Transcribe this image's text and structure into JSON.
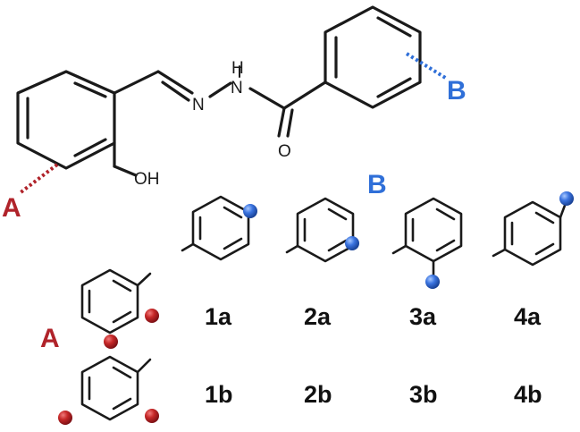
{
  "colors": {
    "site_a": "#b0232a",
    "site_b": "#2f6fd8",
    "bond": "#1a1a1a"
  },
  "structure": {
    "atoms": {
      "n_imine": "N",
      "n_amide": "N",
      "h_amide": "H",
      "o_carbonyl": "O",
      "hydroxyl": "OH"
    },
    "site_a_label": "A",
    "site_b_label": "B"
  },
  "table": {
    "b_header": "B",
    "a_header": "A",
    "row_a": [
      "1a",
      "2a",
      "3a",
      "4a"
    ],
    "row_b": [
      "1b",
      "2b",
      "3b",
      "4b"
    ]
  }
}
